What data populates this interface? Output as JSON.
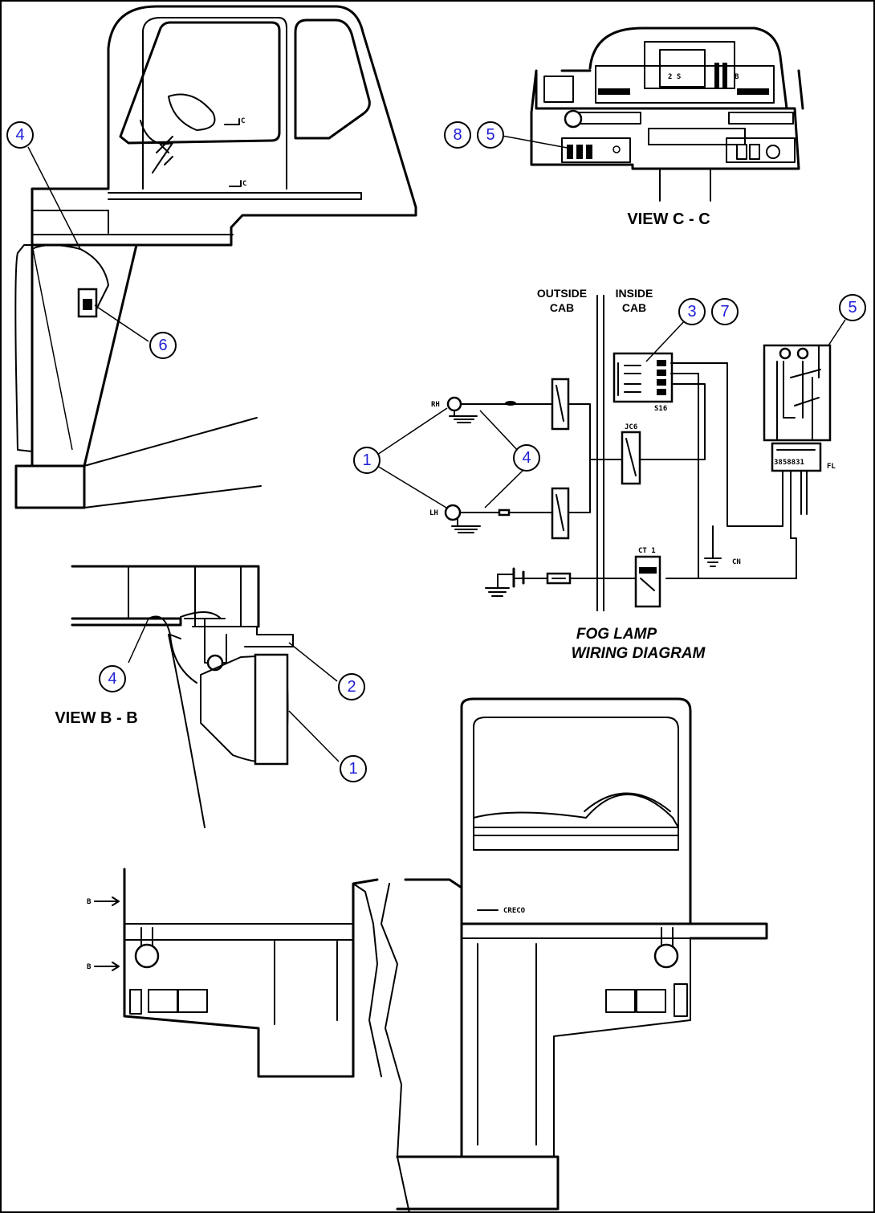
{
  "views": {
    "view_c": "VIEW C - C",
    "view_b": "VIEW B - B"
  },
  "wiring": {
    "outside_cab_1": "OUTSIDE",
    "outside_cab_2": "CAB",
    "inside_cab_1": "INSIDE",
    "inside_cab_2": "CAB",
    "title_1": "FOG LAMP",
    "title_2": "WIRING DIAGRAM",
    "rh": "RH",
    "lh": "LH",
    "jc6": "JC6",
    "ct1": "CT 1",
    "cn": "CN",
    "fl": "FL",
    "s16": "S16"
  },
  "section_marks": {
    "c": "C",
    "b": "B",
    "creco": "CRECO"
  },
  "callouts": [
    "1",
    "2",
    "3",
    "4",
    "5",
    "6",
    "7",
    "8"
  ]
}
